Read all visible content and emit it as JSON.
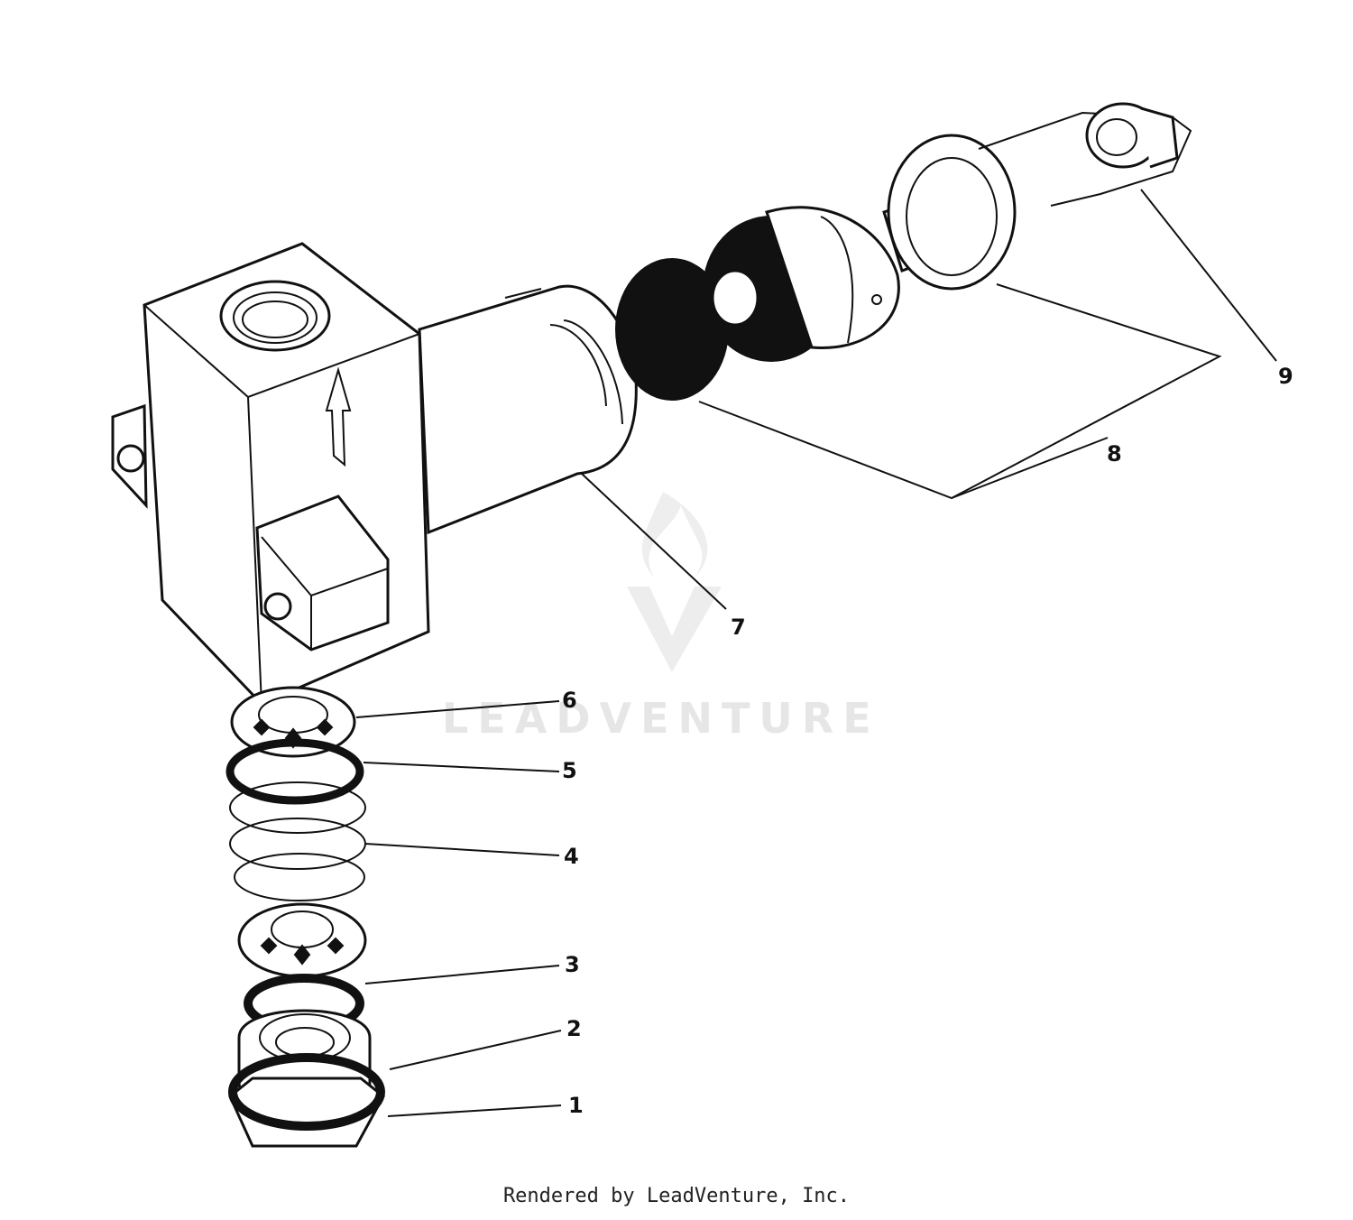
{
  "diagram": {
    "callouts": [
      {
        "id": "1",
        "label": "1"
      },
      {
        "id": "2",
        "label": "2"
      },
      {
        "id": "3",
        "label": "3"
      },
      {
        "id": "4",
        "label": "4"
      },
      {
        "id": "5",
        "label": "5"
      },
      {
        "id": "6",
        "label": "6"
      },
      {
        "id": "7",
        "label": "7"
      },
      {
        "id": "8",
        "label": "8"
      },
      {
        "id": "9",
        "label": "9"
      }
    ]
  },
  "watermark": {
    "text": "LEADVENTURE",
    "icon": "leadventure-flame-logo"
  },
  "footer": {
    "credit": "Rendered by LeadVenture, Inc."
  },
  "colors": {
    "ink": "#111111",
    "watermark": "#e6e6e6",
    "background": "#ffffff"
  }
}
